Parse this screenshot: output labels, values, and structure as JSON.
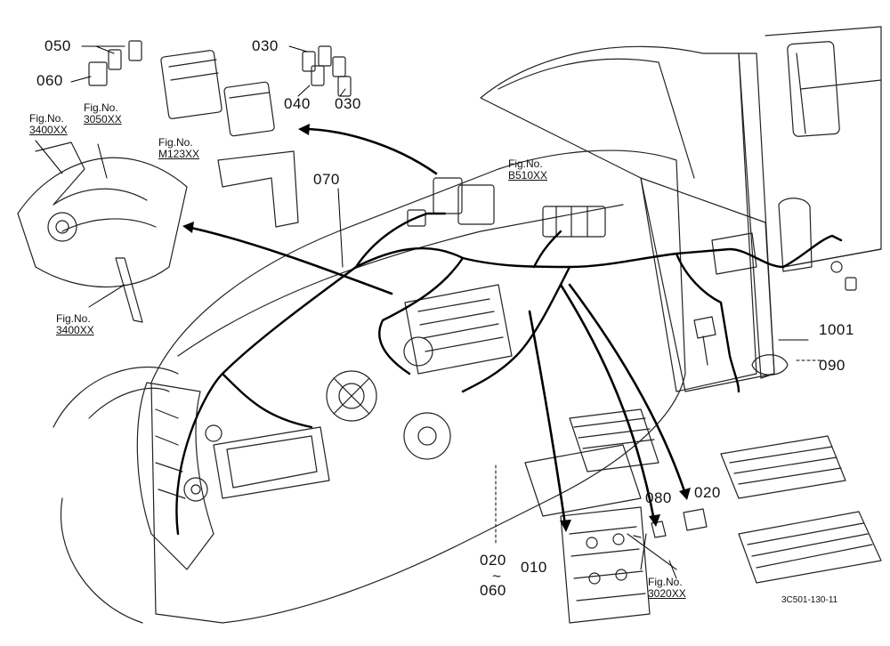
{
  "part_labels": {
    "p050": "050",
    "p060": "060",
    "p030a": "030",
    "p040": "040",
    "p030b": "030",
    "p070": "070",
    "p1001": "1001",
    "p090": "090",
    "p080": "080",
    "p020a": "020",
    "p020b": "020",
    "p010": "010",
    "p060b": "060",
    "tilde": "~"
  },
  "fig_refs": {
    "prefix": "Fig.No.",
    "r3400a": "3400XX",
    "r3050": "3050XX",
    "rM123": "M123XX",
    "rB510": "B510XX",
    "r3400b": "3400XX",
    "r3020": "3020XX"
  },
  "drawing_code": "3C501-130-11"
}
